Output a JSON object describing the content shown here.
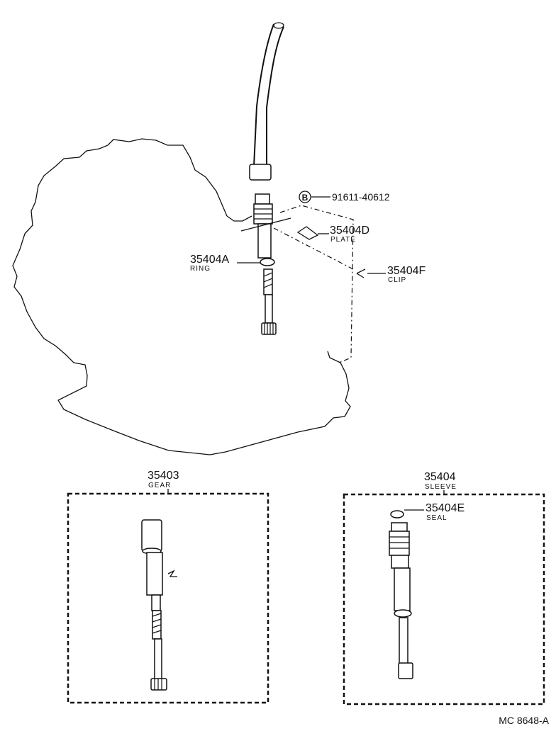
{
  "callouts": {
    "bolt": {
      "symbol": "B",
      "number": "91611-40612"
    },
    "plate": {
      "number": "35404D",
      "name": "PLATE"
    },
    "ring": {
      "number": "35404A",
      "name": "RING"
    },
    "clip": {
      "number": "35404F",
      "name": "CLIP"
    },
    "gear": {
      "number": "35403",
      "name": "GEAR"
    },
    "sleeve": {
      "number": "35404",
      "name": "SLEEVE"
    },
    "seal": {
      "number": "35404E",
      "name": "SEAL"
    }
  },
  "diagram_code": "MC 8648-A"
}
